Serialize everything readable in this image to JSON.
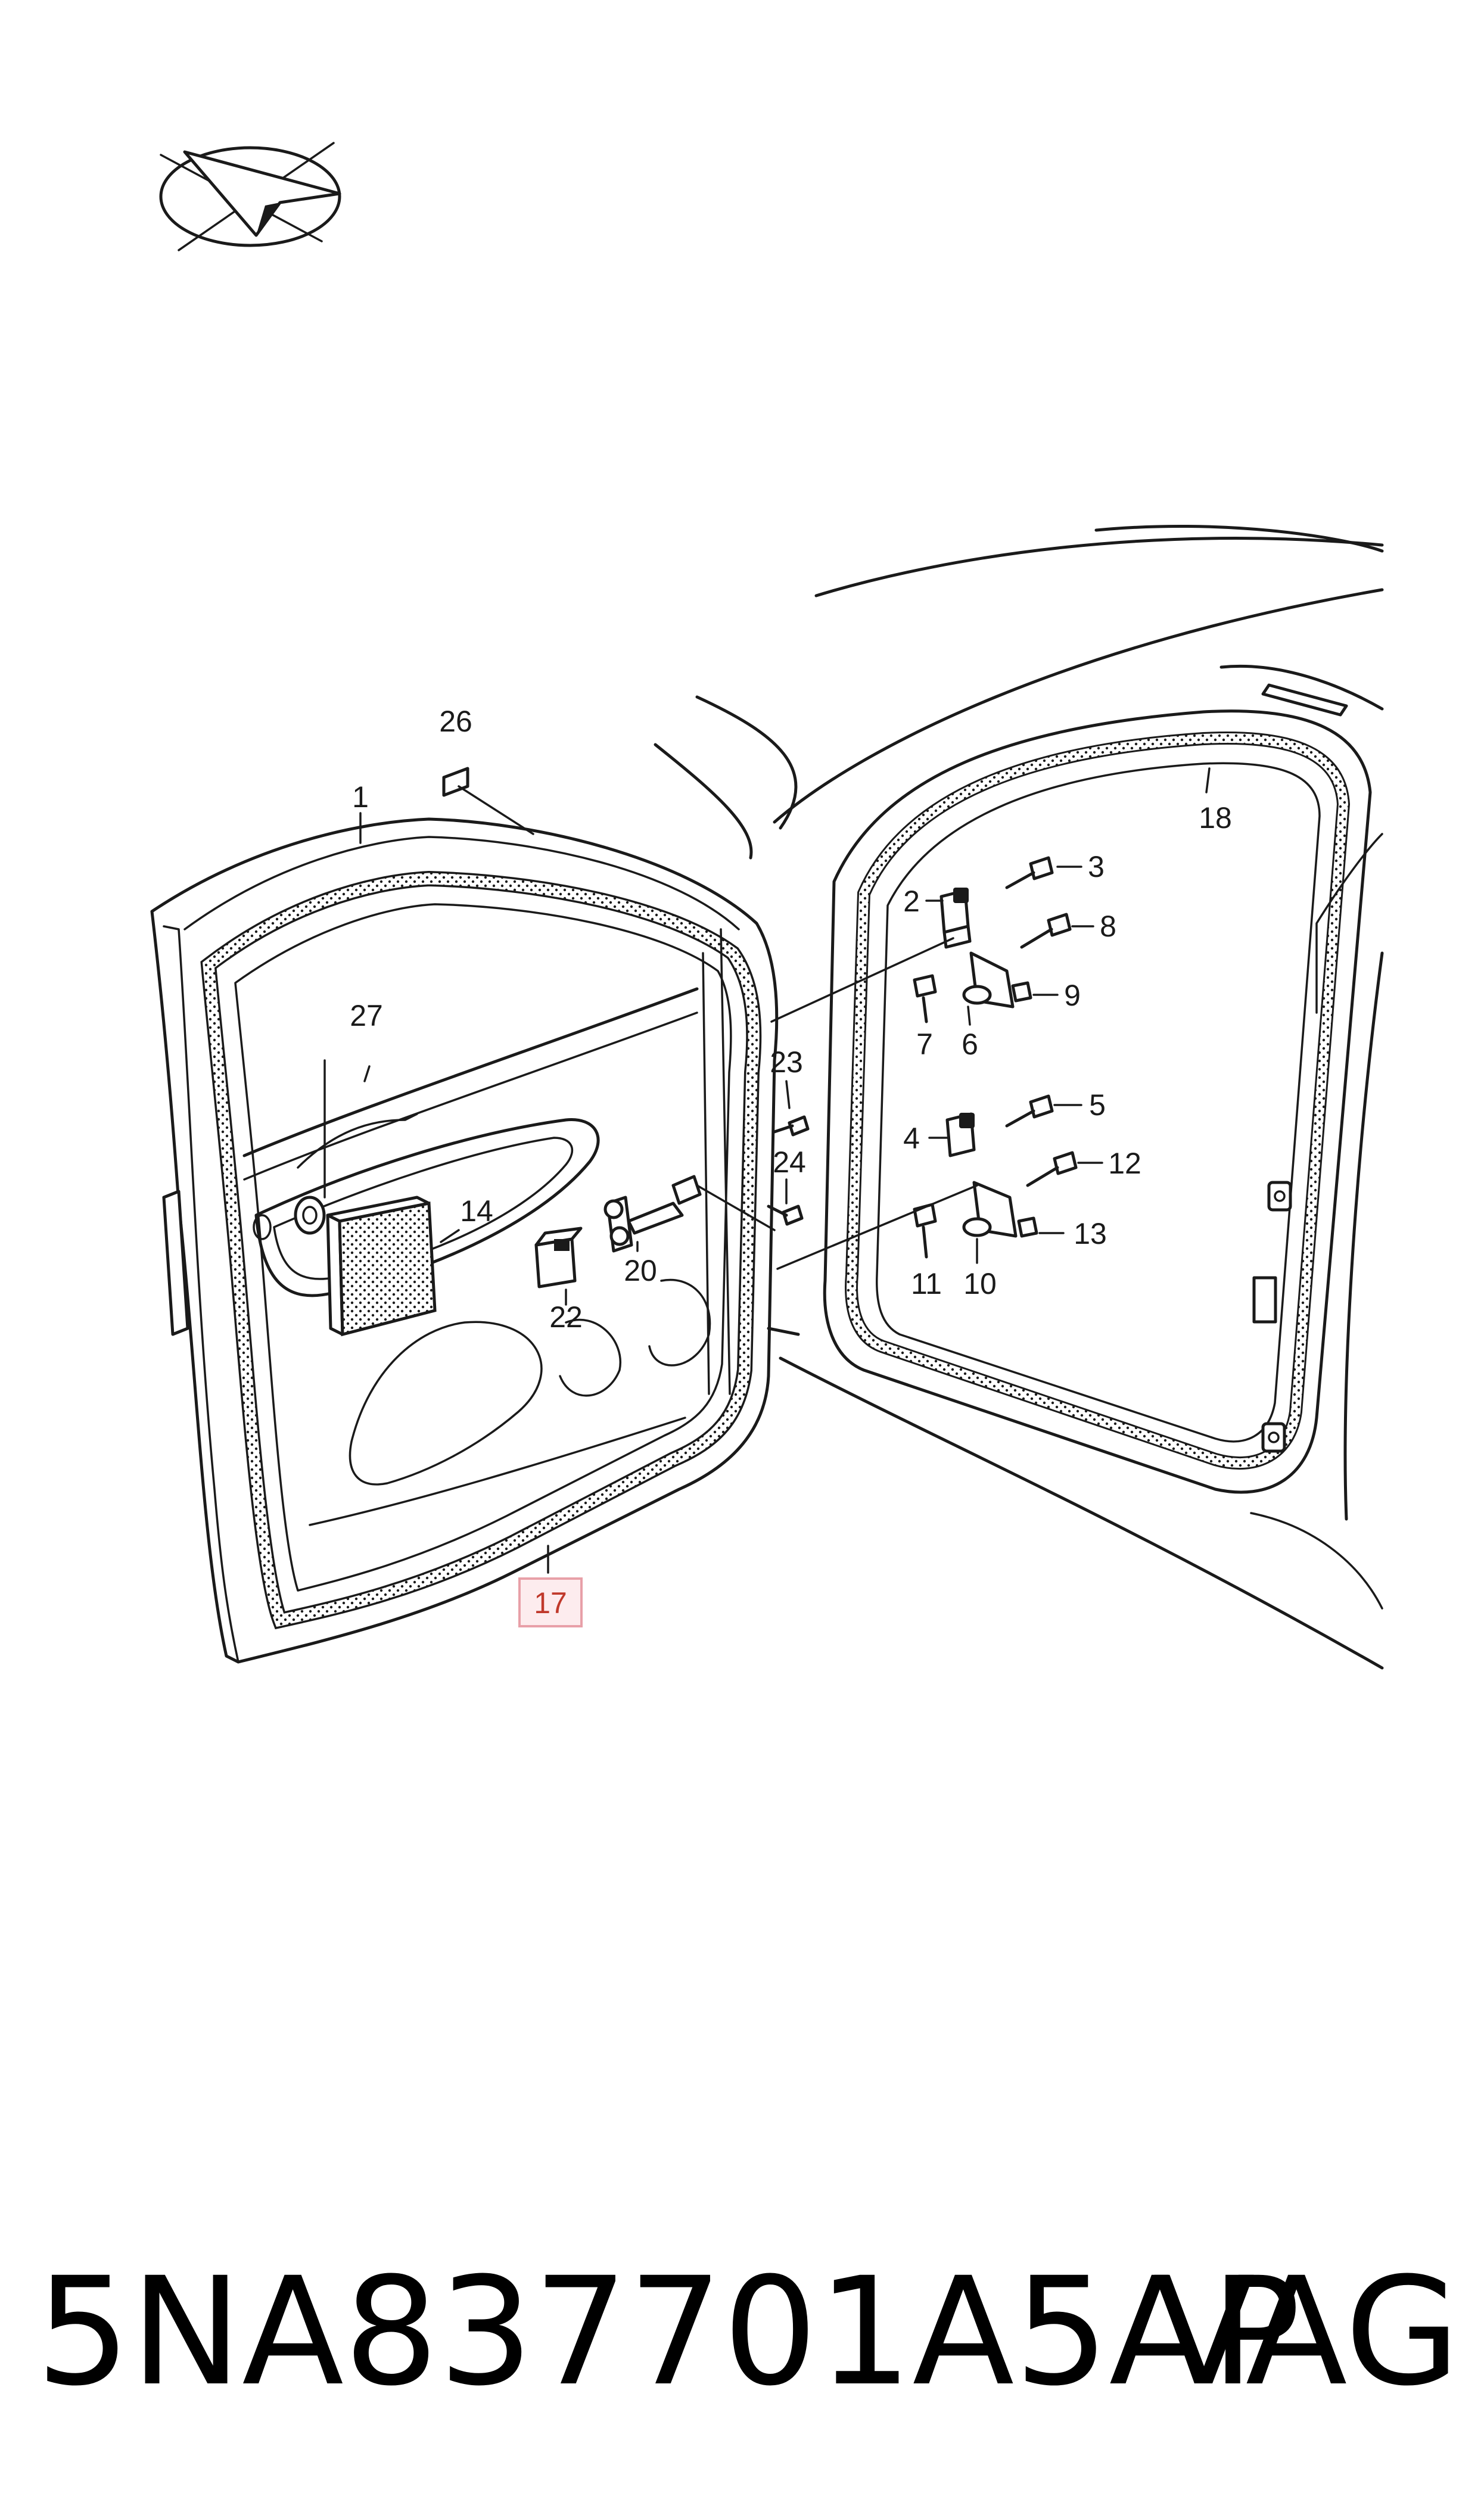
{
  "callouts": [
    {
      "id": "1",
      "text": "1"
    },
    {
      "id": "2",
      "text": "2"
    },
    {
      "id": "3",
      "text": "3"
    },
    {
      "id": "4",
      "text": "4"
    },
    {
      "id": "5",
      "text": "5"
    },
    {
      "id": "6",
      "text": "6"
    },
    {
      "id": "7",
      "text": "7"
    },
    {
      "id": "8",
      "text": "8"
    },
    {
      "id": "9",
      "text": "9"
    },
    {
      "id": "10",
      "text": "10"
    },
    {
      "id": "11",
      "text": "11"
    },
    {
      "id": "12",
      "text": "12"
    },
    {
      "id": "13",
      "text": "13"
    },
    {
      "id": "14",
      "text": "14"
    },
    {
      "id": "17",
      "text": "17",
      "highlighted": true
    },
    {
      "id": "18",
      "text": "18"
    },
    {
      "id": "20",
      "text": "20"
    },
    {
      "id": "22",
      "text": "22"
    },
    {
      "id": "23",
      "text": "23"
    },
    {
      "id": "24",
      "text": "24"
    },
    {
      "id": "26",
      "text": "26"
    },
    {
      "id": "27",
      "text": "27"
    }
  ],
  "footer": {
    "part_number": "5NA837701A5AP",
    "brand": "VAG"
  },
  "colors": {
    "line": "#1a1a1a",
    "highlight_box": "#e8a0a8",
    "highlight_fill": "#fdecee"
  },
  "icons": [
    "compass-arrow-icon"
  ]
}
